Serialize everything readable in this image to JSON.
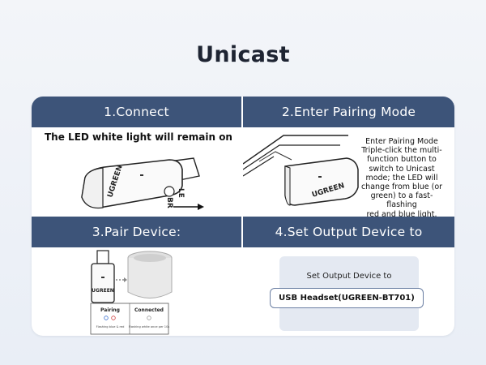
{
  "title": "Unicast",
  "steps": [
    {
      "header": "1.Connect",
      "caption": "The LED white light will remain on",
      "device_brand": "UGREEN",
      "switch_le": "LE",
      "switch_br": "BR"
    },
    {
      "header": "2.Enter Pairing Mode",
      "device_brand": "UGREEN",
      "instructions": [
        "Enter Pairing Mode",
        "Triple-click the multi-",
        "function button to",
        "switch to Unicast",
        "mode; the LED will",
        "change from blue (or",
        "green) to a fast-flashing",
        "red and blue light."
      ]
    },
    {
      "header": "3.Pair Device:",
      "device_brand": "UGREEN",
      "pairing_label": "Pairing",
      "pairing_sub": "Flashing blue & red",
      "connected_label": "Connected",
      "connected_sub": "Flashing white once per 10s"
    },
    {
      "header": "4.Set Output Device to",
      "panel_label": "Set Output Device to",
      "selected_device": "USB Headset(UGREEN-BT701)"
    }
  ],
  "colors": {
    "header_bg": "#3d5479",
    "page_bg": "#eef2f8",
    "panel_bg": "#e4e9f2"
  }
}
